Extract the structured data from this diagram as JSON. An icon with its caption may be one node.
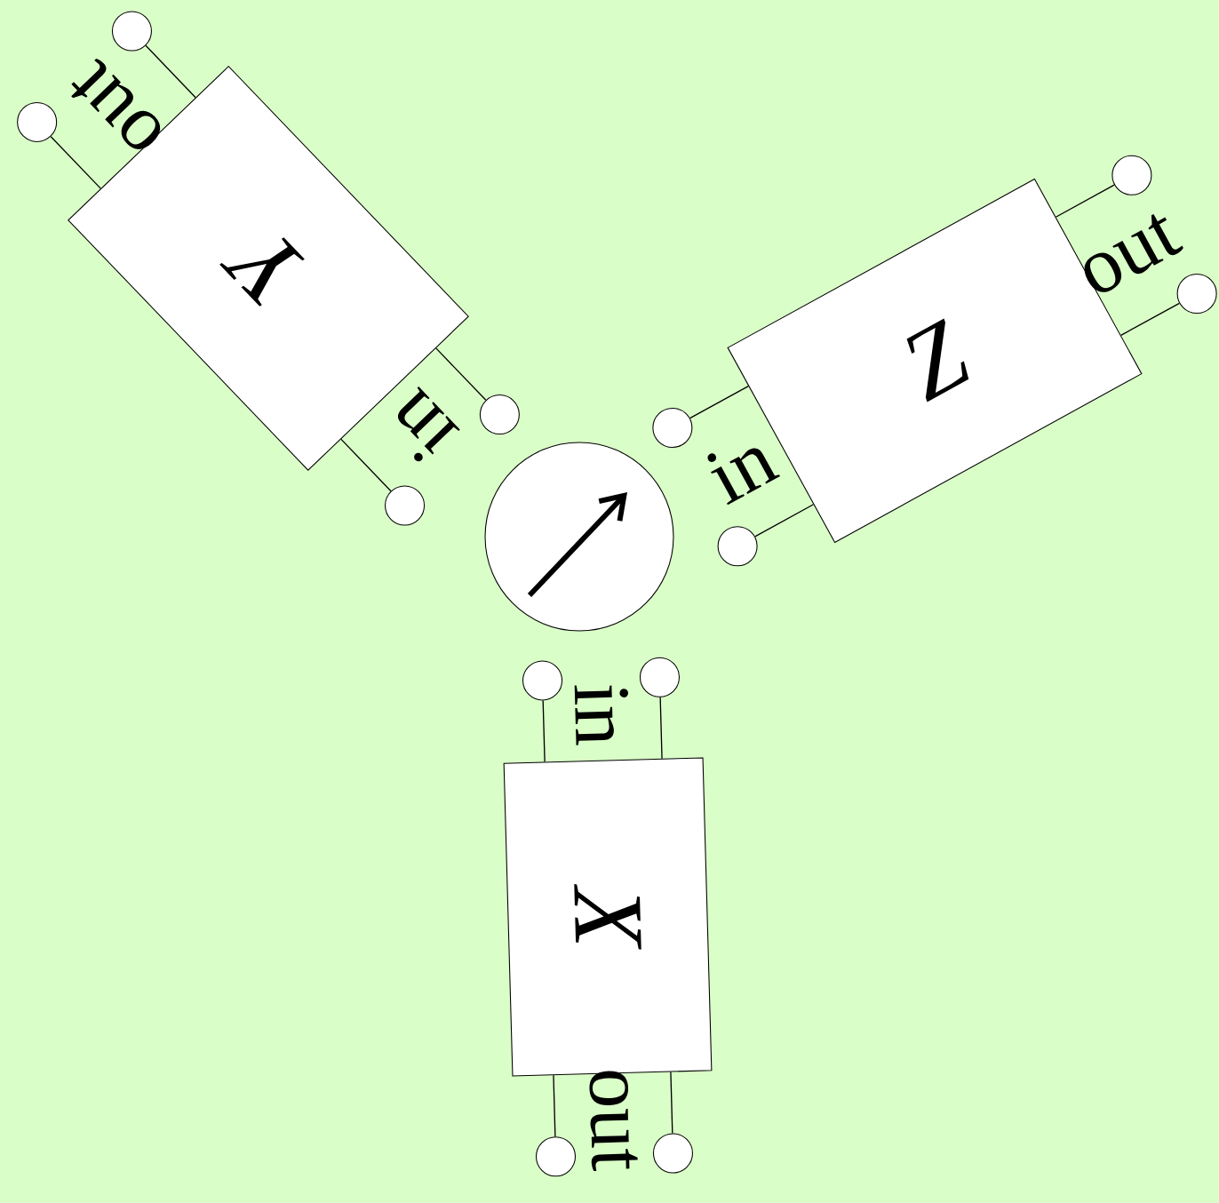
{
  "diagram": {
    "nodes": [
      {
        "text": [
          "Y"
        ],
        "beside": [
          "in",
          "out"
        ]
      },
      {
        "text": [
          "Z"
        ],
        "beside": [
          "in",
          "out"
        ]
      },
      {
        "text": [],
        "shape": "circle"
      },
      {
        "text": [
          "X"
        ],
        "beside": [
          "in",
          "out"
        ]
      },
      {
        "text": [],
        "shape": "circle"
      },
      {
        "text": [],
        "shape": "circle"
      },
      {
        "text": [],
        "shape": "circle"
      },
      {
        "text": [],
        "shape": "circle"
      },
      {
        "text": [],
        "shape": "circle"
      },
      {
        "text": [],
        "shape": "circle"
      },
      {
        "text": [],
        "shape": "circle"
      },
      {
        "text": [],
        "shape": "circle"
      },
      {
        "text": [],
        "shape": "circle"
      },
      {
        "text": [],
        "shape": "circle"
      },
      {
        "text": [],
        "shape": "circle"
      },
      {
        "text": [],
        "shape": "circle"
      }
    ],
    "edges": [
      {
        "from": 0,
        "to": 4,
        "arrow": "none"
      },
      {
        "from": 0,
        "to": 5,
        "arrow": "none"
      },
      {
        "from": 0,
        "to": 6,
        "arrow": "none"
      },
      {
        "from": 0,
        "to": 7,
        "arrow": "none"
      },
      {
        "from": 1,
        "to": 8,
        "arrow": "none"
      },
      {
        "from": 1,
        "to": 9,
        "arrow": "none"
      },
      {
        "from": 1,
        "to": 10,
        "arrow": "none"
      },
      {
        "from": 1,
        "to": 11,
        "arrow": "none"
      },
      {
        "from": 3,
        "to": 12,
        "arrow": "none"
      },
      {
        "from": 3,
        "to": 13,
        "arrow": "none"
      },
      {
        "from": 3,
        "to": 14,
        "arrow": "none"
      },
      {
        "from": 3,
        "to": 15,
        "arrow": "none"
      }
    ]
  }
}
